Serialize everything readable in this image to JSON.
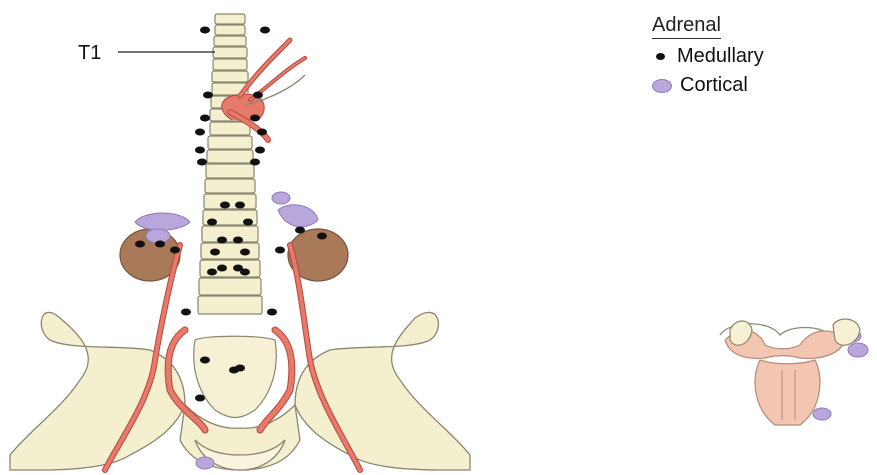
{
  "labels": {
    "t1": "T1"
  },
  "legend": {
    "title": "Adrenal",
    "items": [
      {
        "label": "Medullary",
        "marker": "black-dot"
      },
      {
        "label": "Cortical",
        "marker": "purple-oval"
      }
    ]
  },
  "colors": {
    "bone": "#f4efcf",
    "bone_outline": "#8a8670",
    "artery": "#e77a6b",
    "artery_outline": "#b5483c",
    "kidney": "#a97a5a",
    "cortical": "#b9a6da",
    "medullary": "#111111",
    "uterus": "#f3c6b2"
  }
}
